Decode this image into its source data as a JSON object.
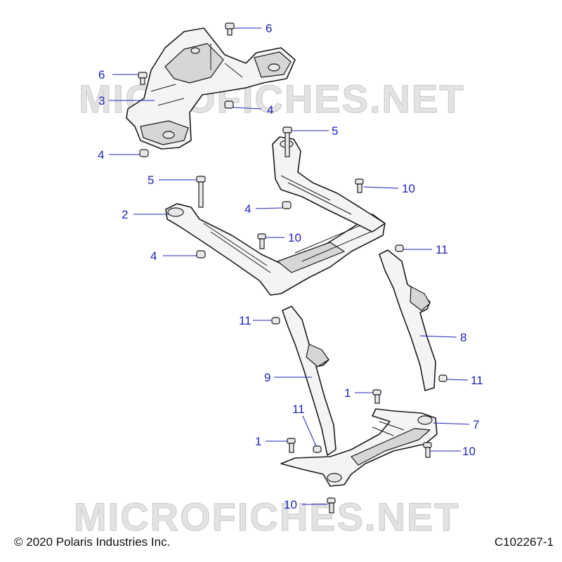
{
  "watermark": "MICROFICHES.NET",
  "copyright": "© 2020 Polaris Industries Inc.",
  "diagram_id": "C102267-1",
  "callouts": [
    {
      "id": "c6a",
      "label": "6"
    },
    {
      "id": "c6b",
      "label": "6"
    },
    {
      "id": "c3",
      "label": "3"
    },
    {
      "id": "c4a",
      "label": "4"
    },
    {
      "id": "c4b",
      "label": "4"
    },
    {
      "id": "c5a",
      "label": "5"
    },
    {
      "id": "c5b",
      "label": "5"
    },
    {
      "id": "c10a",
      "label": "10"
    },
    {
      "id": "c2",
      "label": "2"
    },
    {
      "id": "c4c",
      "label": "4"
    },
    {
      "id": "c10b",
      "label": "10"
    },
    {
      "id": "c4d",
      "label": "4"
    },
    {
      "id": "c11a",
      "label": "11"
    },
    {
      "id": "c11b",
      "label": "11"
    },
    {
      "id": "c8",
      "label": "8"
    },
    {
      "id": "c9",
      "label": "9"
    },
    {
      "id": "c11c",
      "label": "11"
    },
    {
      "id": "c1a",
      "label": "1"
    },
    {
      "id": "c11d",
      "label": "11"
    },
    {
      "id": "c7",
      "label": "7"
    },
    {
      "id": "c1b",
      "label": "1"
    },
    {
      "id": "c10c",
      "label": "10"
    },
    {
      "id": "c10d",
      "label": "10"
    }
  ]
}
